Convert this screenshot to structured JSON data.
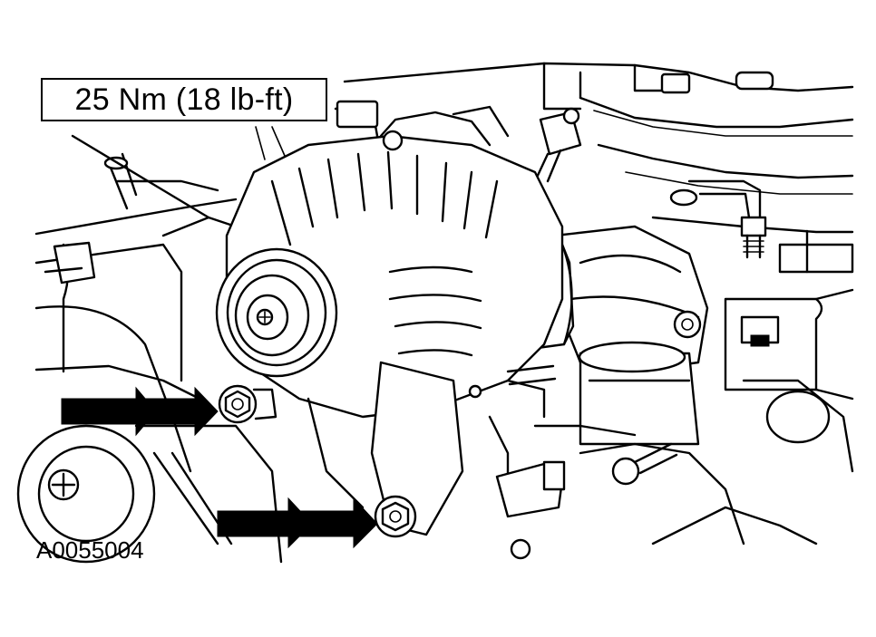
{
  "torque_callout": "25 Nm (18 lb-ft)",
  "figure_id": "A0055004",
  "components": [
    {
      "name": "generator",
      "icon": "alternator-icon"
    },
    {
      "name": "generator-pulley",
      "icon": "pulley-icon"
    },
    {
      "name": "upper-mounting-bolt",
      "icon": "bolt-icon"
    },
    {
      "name": "lower-mounting-bolt",
      "icon": "bolt-icon"
    }
  ],
  "arrows": [
    {
      "name": "upper-bolt-arrow",
      "icon": "double-arrow-icon"
    },
    {
      "name": "lower-bolt-arrow",
      "icon": "double-arrow-icon"
    }
  ]
}
